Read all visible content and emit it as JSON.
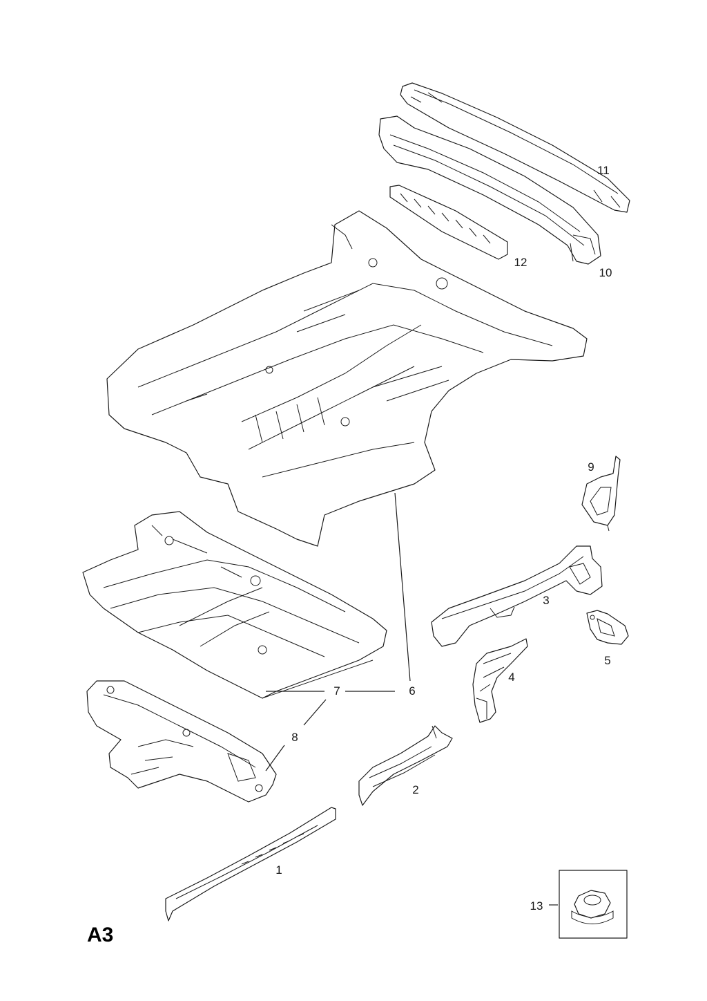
{
  "sheet": {
    "code": "A3"
  },
  "callouts": {
    "c1": "1",
    "c2": "2",
    "c3": "3",
    "c4": "4",
    "c5": "5",
    "c6": "6",
    "c7": "7",
    "c8": "8",
    "c9": "9",
    "c10": "10",
    "c11": "11",
    "c12": "12",
    "c13": "13"
  },
  "colors": {
    "line": "#1a1a1a",
    "background": "#ffffff"
  }
}
